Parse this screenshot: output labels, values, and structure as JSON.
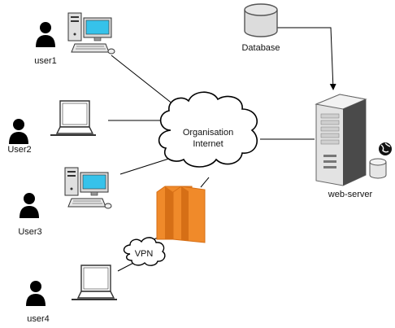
{
  "nodes": {
    "user1": {
      "label": "user1",
      "icon": "person-icon"
    },
    "user2": {
      "label": "User2",
      "icon": "person-icon"
    },
    "user3": {
      "label": "User3",
      "icon": "person-icon"
    },
    "user4": {
      "label": "user4",
      "icon": "person-icon"
    },
    "cloud": {
      "line1": "Organisation",
      "line2": "Internet",
      "icon": "cloud-icon"
    },
    "vpn": {
      "label": "VPN",
      "icon": "cloud-icon"
    },
    "database": {
      "label": "Database",
      "icon": "database-icon"
    },
    "web_server": {
      "label": "web-server",
      "icon": "server-tower-icon"
    },
    "firewall": {
      "icon": "firewall-icon"
    },
    "desktop1": {
      "icon": "desktop-computer-icon"
    },
    "laptop2": {
      "icon": "laptop-icon"
    },
    "desktop3": {
      "icon": "desktop-computer-icon"
    },
    "laptop4": {
      "icon": "laptop-icon"
    }
  },
  "colors": {
    "person": "#000000",
    "line": "#000000",
    "firewall": "#f08a2a",
    "firewall_dark": "#d66f16",
    "server": "#dddddd",
    "server_dark": "#4a4a4a",
    "database": "#dcdcdc",
    "screen": "#36c2ea"
  }
}
